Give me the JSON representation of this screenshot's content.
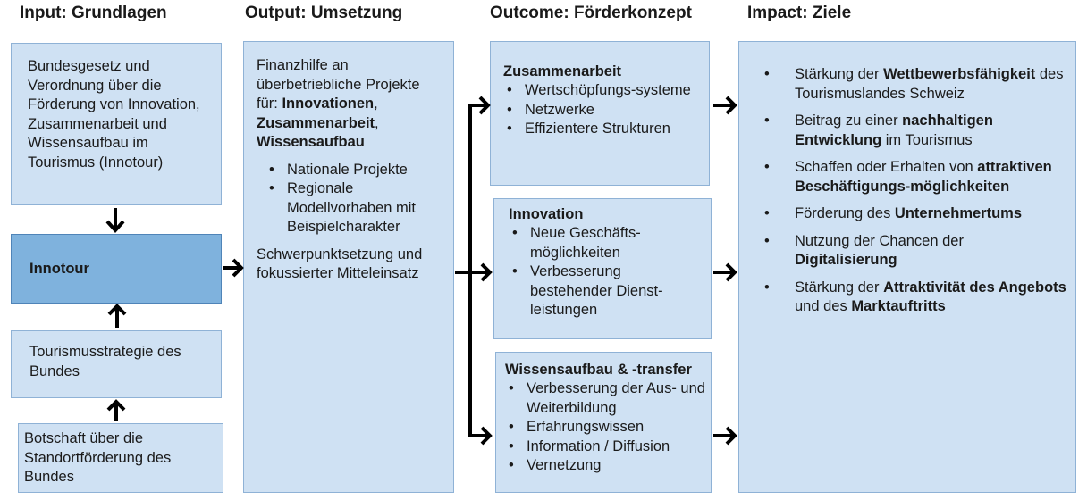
{
  "headers": {
    "input": "Input: Grundlagen",
    "output": "Output: Umsetzung",
    "outcome": "Outcome: Förderkonzept",
    "impact": "Impact: Ziele"
  },
  "input": {
    "law": "Bundesgesetz und Verordnung über die Förderung von Innovation, Zusammenarbeit und Wissensaufbau im Tourismus (Innotour)",
    "innotour": "Innotour",
    "strategy": "Tourismusstrategie des Bundes",
    "message": "Botschaft über die Standortförderung des Bundes"
  },
  "output": {
    "intro": "Finanzhilfe an überbetriebliche Projekte für:",
    "b1": "Innovationen",
    "comma1": ",",
    "b2": "Zusammenarbeit",
    "comma2": ",",
    "b3": "Wissensaufbau",
    "items": [
      "Nationale Projekte",
      "Regionale Modellvorhaben mit Beispielcharakter"
    ],
    "focus": "Schwerpunktsetzung und fokussierter Mitteleinsatz"
  },
  "outcome": {
    "zusammenarbeit": {
      "title": "Zusammenarbeit",
      "items": [
        "Wertschöpfungs-systeme",
        "Netzwerke",
        "Effizientere Strukturen"
      ]
    },
    "innovation": {
      "title": "Innovation",
      "items": [
        "Neue Geschäfts-möglichkeiten",
        "Verbesserung bestehender Dienst-leistungen"
      ]
    },
    "wissen": {
      "title": "Wissensaufbau & -transfer",
      "items": [
        "Verbesserung der Aus- und Weiterbildung",
        "Erfahrungswissen",
        "Information / Diffusion",
        "Vernetzung"
      ]
    }
  },
  "impact": {
    "i1": {
      "a": "Stärkung der ",
      "b": "Wettbewerbsfähigkeit",
      "c": " des Tourismuslandes Schweiz"
    },
    "i2": {
      "a": "Beitrag zu einer ",
      "b": "nachhaltigen Entwicklung",
      "c": " im Tourismus"
    },
    "i3": {
      "a": "Schaffen oder Erhalten von ",
      "b": "attraktiven Beschäftigungs-möglichkeiten",
      "c": ""
    },
    "i4": {
      "a": "Förderung des ",
      "b": "Unternehmertums",
      "c": ""
    },
    "i5": {
      "a": "Nutzung der Chancen der ",
      "b": "Digitalisierung",
      "c": ""
    },
    "i6": {
      "a": "Stärkung der ",
      "b": "Attraktivität des Angebots",
      "c": " und des ",
      "d": "Marktauftritts"
    }
  }
}
